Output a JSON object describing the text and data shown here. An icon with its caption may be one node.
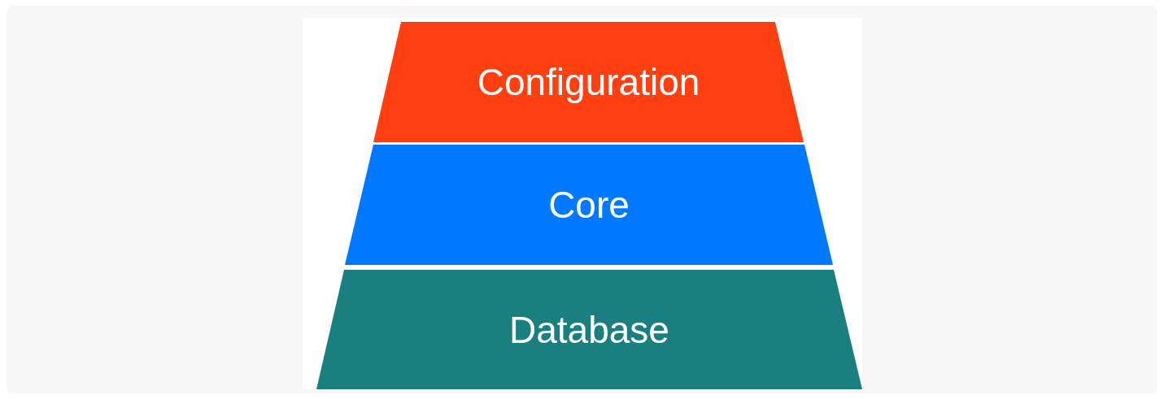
{
  "diagram": {
    "nodes": [
      {
        "text": [
          "Configuration"
        ]
      },
      {
        "text": [
          "Core"
        ]
      },
      {
        "text": [
          "Database"
        ]
      }
    ]
  }
}
